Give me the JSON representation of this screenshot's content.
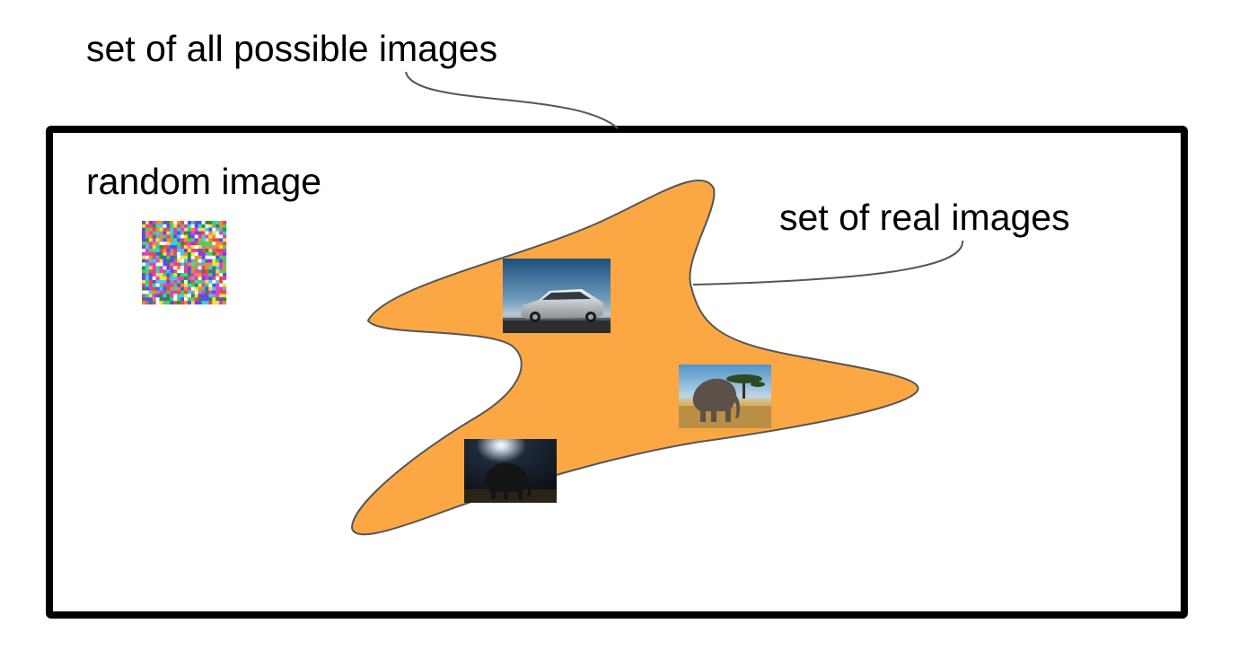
{
  "labels": {
    "all_images": "set of all possible images",
    "random_image": "random image",
    "real_images": "set of real images"
  },
  "colors": {
    "outer_border": "#000000",
    "blob_fill": "#fba844",
    "blob_stroke": "#555555",
    "leader_line": "#555555",
    "background": "#ffffff"
  },
  "thumbnails": [
    {
      "subject": "silver sedan car on road",
      "icon": "car-photo"
    },
    {
      "subject": "elephant in savanna with acacia tree",
      "icon": "elephant-photo"
    },
    {
      "subject": "elephant silhouette at night",
      "icon": "elephant-night-photo"
    }
  ],
  "noise_thumbnail": {
    "subject": "random colored pixel noise",
    "icon": "noise-image"
  }
}
